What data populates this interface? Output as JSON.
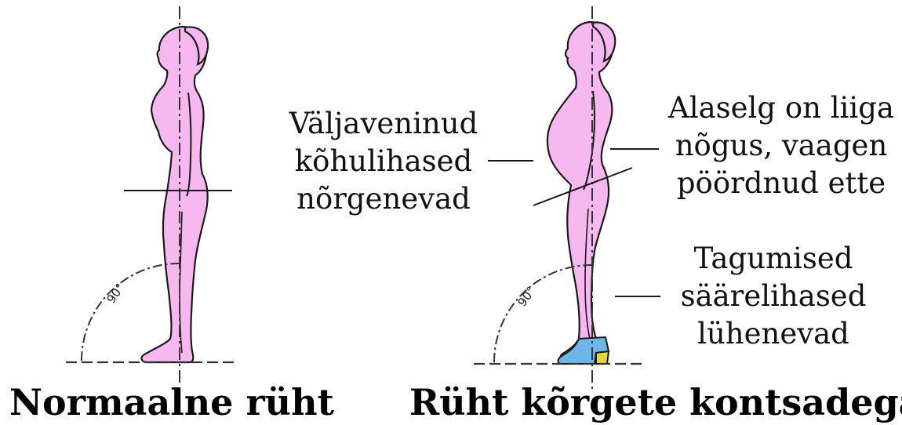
{
  "figures": {
    "left": {
      "caption": "Normaalne rüht",
      "angle_label": "90°"
    },
    "right": {
      "caption": "Rüht kõrgete kontsadega",
      "angle_label": "90°",
      "annotations": {
        "abdomen": [
          "Väljaveninud",
          "kõhulihased",
          "nõrgenevad"
        ],
        "lower_back": [
          "Alaselg on liiga",
          "nõgus, vaagen",
          "pöördnud ette"
        ],
        "calves": [
          "Tagumised",
          "säärelihased",
          "lühenevad"
        ]
      }
    }
  },
  "colors": {
    "body_fill": "#f7b8f0",
    "outline": "#1a1a1a",
    "shoe": "#6eb5e8",
    "heel": "#e8d23a",
    "text": "#111111"
  }
}
